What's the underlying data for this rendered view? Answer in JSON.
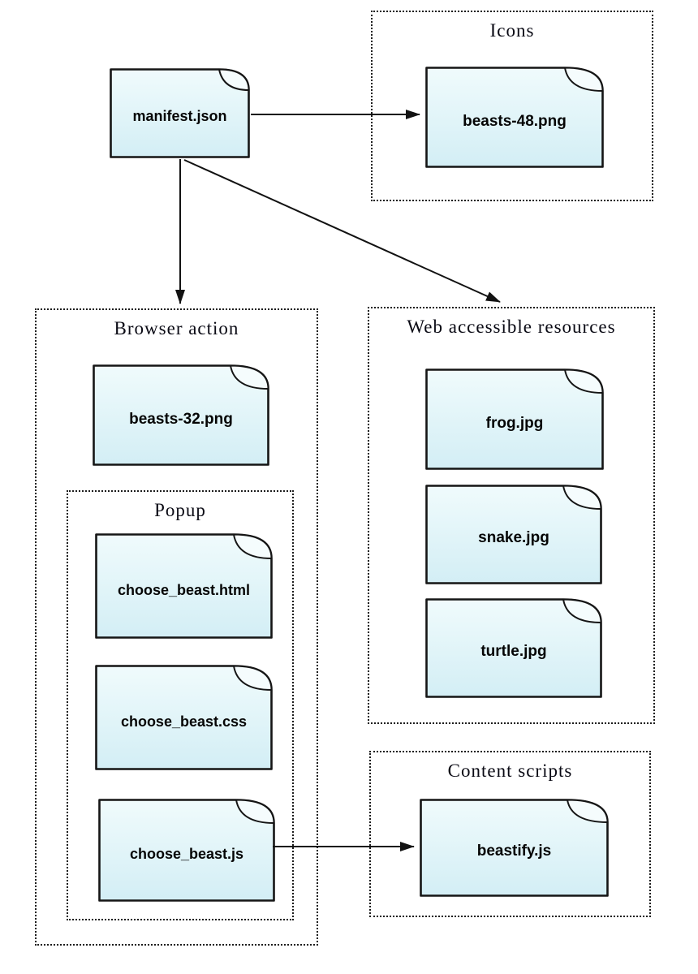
{
  "diagram": {
    "groups": {
      "icons": {
        "title": "Icons"
      },
      "browser_action": {
        "title": "Browser action"
      },
      "popup": {
        "title": "Popup"
      },
      "web_accessible": {
        "title": "Web accessible resources"
      },
      "content_scripts": {
        "title": "Content scripts"
      }
    },
    "nodes": {
      "manifest": {
        "label": "manifest.json"
      },
      "beasts48": {
        "label": "beasts-48.png"
      },
      "beasts32": {
        "label": "beasts-32.png"
      },
      "choose_html": {
        "label": "choose_beast.html"
      },
      "choose_css": {
        "label": "choose_beast.css"
      },
      "choose_js": {
        "label": "choose_beast.js"
      },
      "frog": {
        "label": "frog.jpg"
      },
      "snake": {
        "label": "snake.jpg"
      },
      "turtle": {
        "label": "turtle.jpg"
      },
      "beastify": {
        "label": "beastify.js"
      }
    },
    "edges": [
      {
        "from": "manifest.json",
        "to": "beasts-48.png"
      },
      {
        "from": "manifest.json",
        "to": "Browser action"
      },
      {
        "from": "manifest.json",
        "to": "Web accessible resources"
      },
      {
        "from": "choose_beast.js",
        "to": "beastify.js"
      }
    ],
    "colors": {
      "node_fill_top": "#f0fbfc",
      "node_fill_bottom": "#d3eef5",
      "node_border": "#151515",
      "group_border": "#1c1c1c",
      "text": "#050505"
    }
  }
}
